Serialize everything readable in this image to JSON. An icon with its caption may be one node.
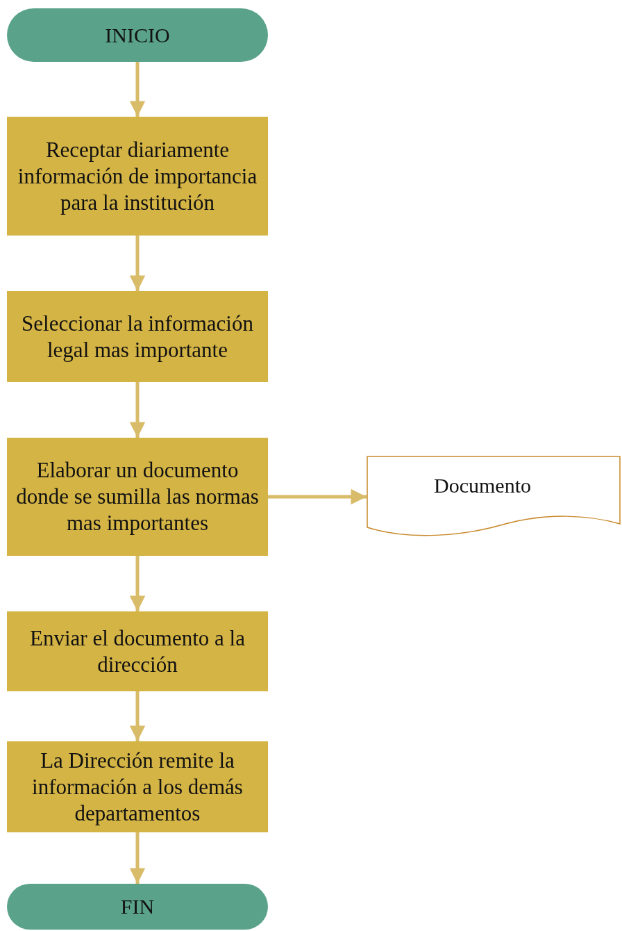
{
  "diagram": {
    "nodes": [
      {
        "text": [
          "INICIO"
        ]
      },
      {
        "text": [
          "Receptar diariamente información de importancia para la institución"
        ]
      },
      {
        "text": [
          "Seleccionar la información legal mas importante"
        ]
      },
      {
        "text": [
          "Elaborar un documento donde se sumilla las normas mas importantes"
        ]
      },
      {
        "text": [
          "Documento"
        ]
      },
      {
        "text": [
          "Enviar el documento a la dirección"
        ]
      },
      {
        "text": [
          "La Dirección remite la información a los demás departamentos"
        ]
      },
      {
        "text": [
          "FIN"
        ]
      }
    ],
    "edges": [
      {
        "from": 0,
        "to": 1,
        "arrow": "to"
      },
      {
        "from": 1,
        "to": 2,
        "arrow": "to"
      },
      {
        "from": 2,
        "to": 3,
        "arrow": "to"
      },
      {
        "from": 3,
        "to": 4,
        "arrow": "to"
      },
      {
        "from": 3,
        "to": 5,
        "arrow": "to"
      },
      {
        "from": 5,
        "to": 6,
        "arrow": "to"
      },
      {
        "from": 6,
        "to": 7,
        "arrow": "to"
      }
    ]
  }
}
